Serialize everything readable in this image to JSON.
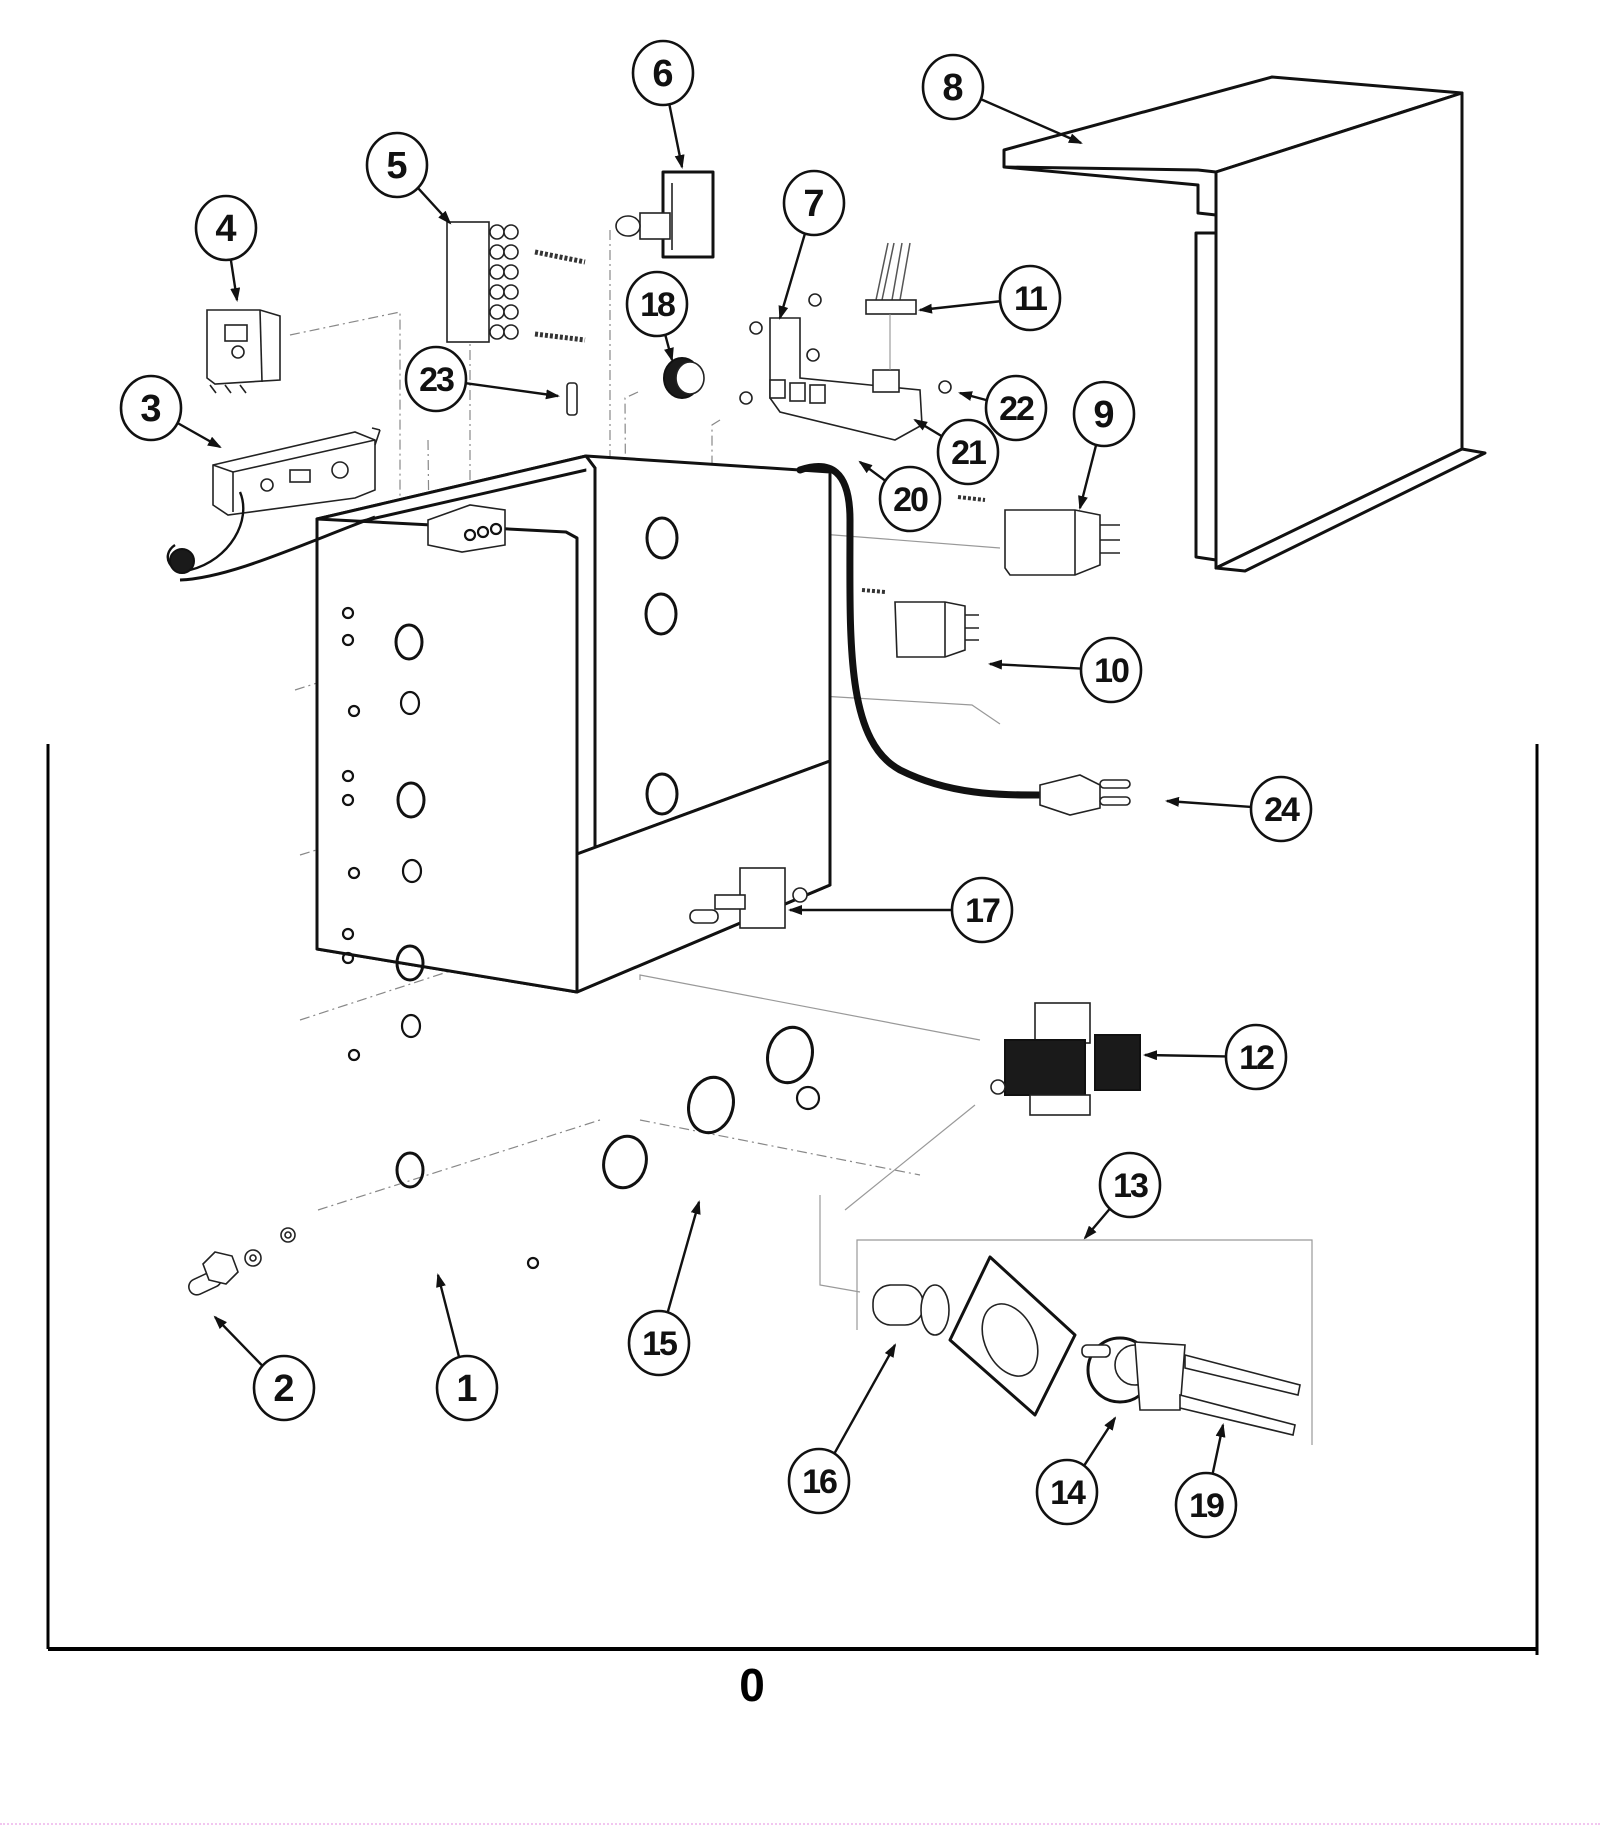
{
  "diagram": {
    "title": "Exploded parts view",
    "page_label": "0",
    "callouts": [
      {
        "id": "1",
        "label": "1"
      },
      {
        "id": "2",
        "label": "2"
      },
      {
        "id": "3",
        "label": "3"
      },
      {
        "id": "4",
        "label": "4"
      },
      {
        "id": "5",
        "label": "5"
      },
      {
        "id": "6",
        "label": "6"
      },
      {
        "id": "7",
        "label": "7"
      },
      {
        "id": "8",
        "label": "8"
      },
      {
        "id": "9",
        "label": "9"
      },
      {
        "id": "10",
        "label": "10"
      },
      {
        "id": "11",
        "label": "11"
      },
      {
        "id": "12",
        "label": "12"
      },
      {
        "id": "13",
        "label": "13"
      },
      {
        "id": "14",
        "label": "14"
      },
      {
        "id": "15",
        "label": "15"
      },
      {
        "id": "16",
        "label": "16"
      },
      {
        "id": "17",
        "label": "17"
      },
      {
        "id": "18",
        "label": "18"
      },
      {
        "id": "19",
        "label": "19"
      },
      {
        "id": "20",
        "label": "20"
      },
      {
        "id": "21",
        "label": "21"
      },
      {
        "id": "22",
        "label": "22"
      },
      {
        "id": "23",
        "label": "23"
      },
      {
        "id": "24",
        "label": "24"
      }
    ],
    "parts": [
      {
        "callout": "1",
        "name": "enclosure-box"
      },
      {
        "callout": "2",
        "name": "toggle-knob-with-nut-and-washer"
      },
      {
        "callout": "3",
        "name": "thermostat-with-capillary-bulb"
      },
      {
        "callout": "4",
        "name": "relay-module"
      },
      {
        "callout": "5",
        "name": "terminal-block"
      },
      {
        "callout": "6",
        "name": "push-switch"
      },
      {
        "callout": "7",
        "name": "control-board"
      },
      {
        "callout": "8",
        "name": "cover-cabinet"
      },
      {
        "callout": "9",
        "name": "large-relay"
      },
      {
        "callout": "10",
        "name": "small-relay"
      },
      {
        "callout": "11",
        "name": "wire-harness-connector"
      },
      {
        "callout": "12",
        "name": "transformer"
      },
      {
        "callout": "13",
        "name": "ignition-assembly-group"
      },
      {
        "callout": "14",
        "name": "pressure-switch"
      },
      {
        "callout": "15",
        "name": "base-panel"
      },
      {
        "callout": "16",
        "name": "indicator-lamp-socket"
      },
      {
        "callout": "17",
        "name": "toggle-switch"
      },
      {
        "callout": "18",
        "name": "grommet-bushing"
      },
      {
        "callout": "19",
        "name": "tubing"
      },
      {
        "callout": "20",
        "name": "screw"
      },
      {
        "callout": "21",
        "name": "standoff"
      },
      {
        "callout": "22",
        "name": "nut"
      },
      {
        "callout": "23",
        "name": "fuse"
      },
      {
        "callout": "24",
        "name": "power-cord-plug"
      }
    ]
  },
  "colors": {
    "line": "#111111",
    "guide": "#888888",
    "background": "#ffffff",
    "bottom_dots": "#f2c6f0"
  }
}
